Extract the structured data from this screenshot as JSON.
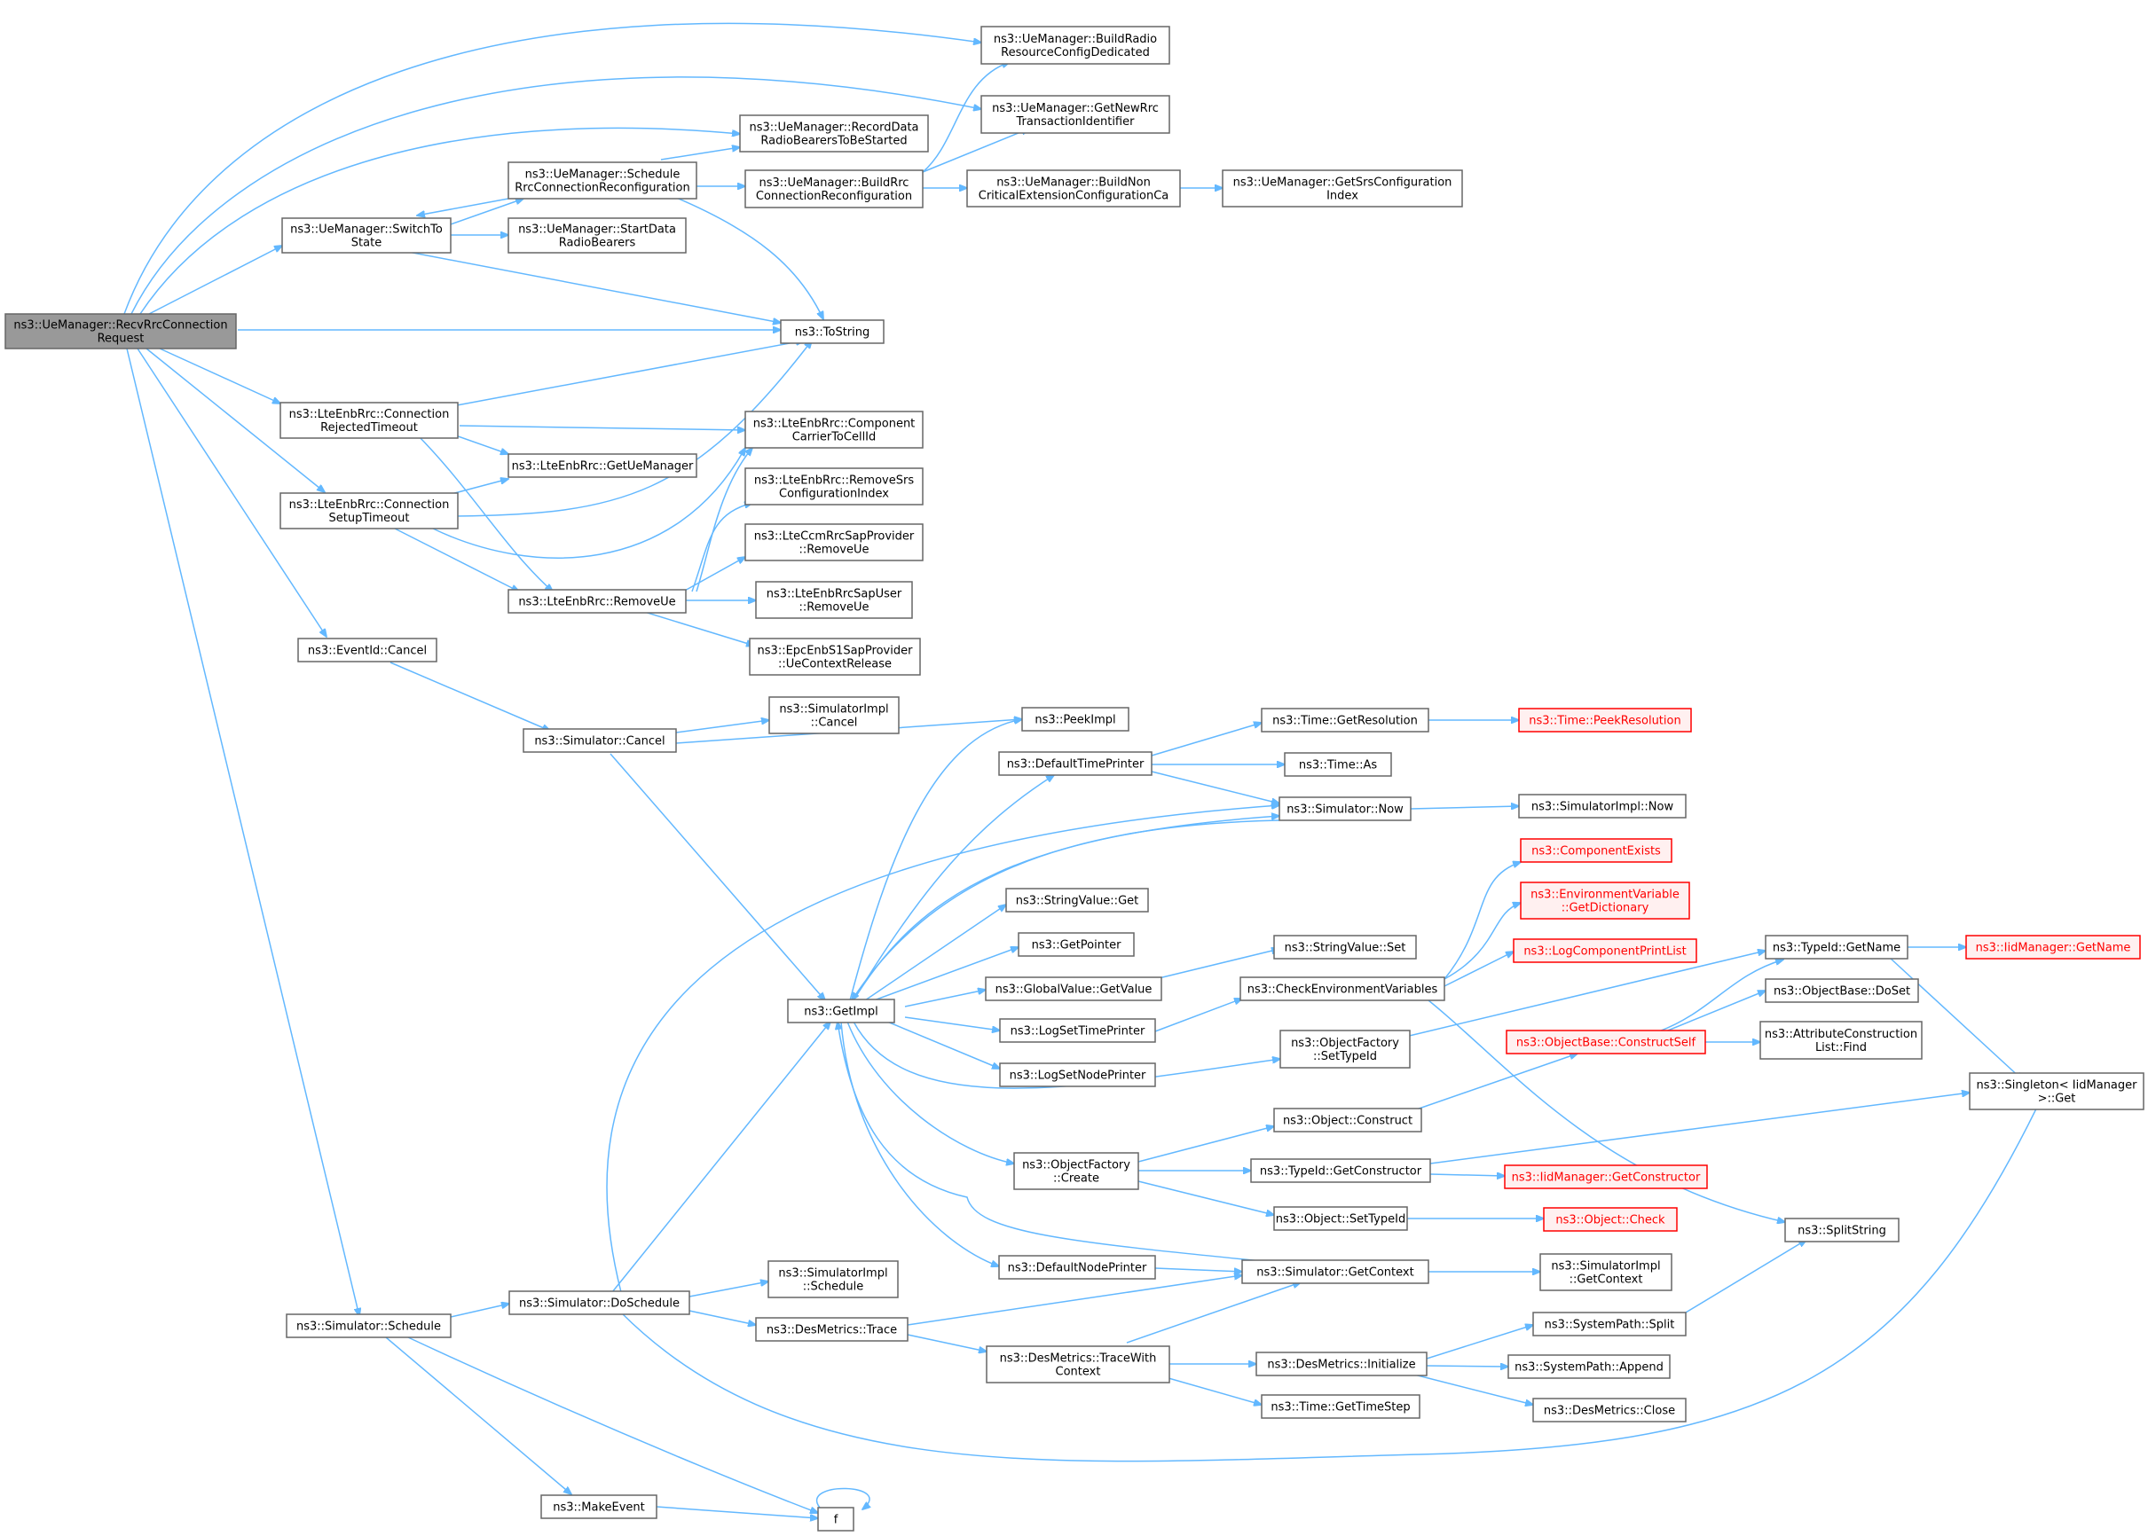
{
  "colors": {
    "edge": "#63b8ff",
    "node_border": "#666666",
    "root_fill": "#999999",
    "red": "#ff0000",
    "red_fill": "#fff0f0"
  },
  "nodes": {
    "root": [
      "ns3::UeManager::RecvRrcConnection",
      "Request"
    ],
    "switchto": [
      "ns3::UeManager::SwitchTo",
      "State"
    ],
    "schedrrc": [
      "ns3::UeManager::Schedule",
      "RrcConnectionReconfiguration"
    ],
    "recorddata": [
      "ns3::UeManager::RecordData",
      "RadioBearersToBeStarted"
    ],
    "buildrrc": [
      "ns3::UeManager::BuildRrc",
      "ConnectionReconfiguration"
    ],
    "startdata": [
      "ns3::UeManager::StartData",
      "RadioBearers"
    ],
    "buildradio": [
      "ns3::UeManager::BuildRadio",
      "ResourceConfigDedicated"
    ],
    "getnewrrc": [
      "ns3::UeManager::GetNewRrc",
      "TransactionIdentifier"
    ],
    "buildnon": [
      "ns3::UeManager::BuildNon",
      "CriticalExtensionConfigurationCa"
    ],
    "getsrs": [
      "ns3::UeManager::GetSrsConfiguration",
      "Index"
    ],
    "tostring": [
      "ns3::ToString"
    ],
    "connrej": [
      "ns3::LteEnbRrc::Connection",
      "RejectedTimeout"
    ],
    "connsetup": [
      "ns3::LteEnbRrc::Connection",
      "SetupTimeout"
    ],
    "getuemanager": [
      "ns3::LteEnbRrc::GetUeManager"
    ],
    "removeue": [
      "ns3::LteEnbRrc::RemoveUe"
    ],
    "compcarrier": [
      "ns3::LteEnbRrc::Component",
      "CarrierToCellId"
    ],
    "removesrs": [
      "ns3::LteEnbRrc::RemoveSrs",
      "ConfigurationIndex"
    ],
    "lteccm": [
      "ns3::LteCcmRrcSapProvider",
      "::RemoveUe"
    ],
    "ltesapuser": [
      "ns3::LteEnbRrcSapUser",
      "::RemoveUe"
    ],
    "epcs1": [
      "ns3::EpcEnbS1SapProvider",
      "::UeContextRelease"
    ],
    "eventcancel": [
      "ns3::EventId::Cancel"
    ],
    "simcancel": [
      "ns3::Simulator::Cancel"
    ],
    "simimplcancel": [
      "ns3::SimulatorImpl",
      "::Cancel"
    ],
    "peekimpl": [
      "ns3::PeekImpl"
    ],
    "defaulttime": [
      "ns3::DefaultTimePrinter"
    ],
    "timegetres": [
      "ns3::Time::GetResolution"
    ],
    "timepeekres": [
      "ns3::Time::PeekResolution"
    ],
    "timeas": [
      "ns3::Time::As"
    ],
    "simnow": [
      "ns3::Simulator::Now"
    ],
    "simimplnow": [
      "ns3::SimulatorImpl::Now"
    ],
    "compexists": [
      "ns3::ComponentExists"
    ],
    "envvar": [
      "ns3::EnvironmentVariable",
      "::GetDictionary"
    ],
    "logcomp": [
      "ns3::LogComponentPrintList"
    ],
    "strget": [
      "ns3::StringValue::Get"
    ],
    "getpointer": [
      "ns3::GetPointer"
    ],
    "strset": [
      "ns3::StringValue::Set"
    ],
    "globalget": [
      "ns3::GlobalValue::GetValue"
    ],
    "checkenv": [
      "ns3::CheckEnvironmentVariables"
    ],
    "getimpl": [
      "ns3::GetImpl"
    ],
    "logsettime": [
      "ns3::LogSetTimePrinter"
    ],
    "logsetnode": [
      "ns3::LogSetNodePrinter"
    ],
    "objfactset": [
      "ns3::ObjectFactory",
      "::SetTypeId"
    ],
    "typeidgetname": [
      "ns3::TypeId::GetName"
    ],
    "iidgetname": [
      "ns3::IidManager::GetName"
    ],
    "objbasedoset": [
      "ns3::ObjectBase::DoSet"
    ],
    "objbaseconst": [
      "ns3::ObjectBase::ConstructSelf"
    ],
    "attrconst": [
      "ns3::AttributeConstruction",
      "List::Find"
    ],
    "singleton": [
      "ns3::Singleton< IidManager",
      ">::Get"
    ],
    "objconstruct": [
      "ns3::Object::Construct"
    ],
    "objfactcreate": [
      "ns3::ObjectFactory",
      "::Create"
    ],
    "typeidgetconst": [
      "ns3::TypeId::GetConstructor"
    ],
    "iidgetconst": [
      "ns3::IidManager::GetConstructor"
    ],
    "objsettypeid": [
      "ns3::Object::SetTypeId"
    ],
    "objcheck": [
      "ns3::Object::Check"
    ],
    "splitstring": [
      "ns3::SplitString"
    ],
    "defaultnode": [
      "ns3::DefaultNodePrinter"
    ],
    "simgetctx": [
      "ns3::Simulator::GetContext"
    ],
    "simimplgetctx": [
      "ns3::SimulatorImpl",
      "::GetContext"
    ],
    "simdosched": [
      "ns3::Simulator::DoSchedule"
    ],
    "simimplsched": [
      "ns3::SimulatorImpl",
      "::Schedule"
    ],
    "simsched": [
      "ns3::Simulator::Schedule"
    ],
    "desmtrace": [
      "ns3::DesMetrics::Trace"
    ],
    "desmtracectx": [
      "ns3::DesMetrics::TraceWith",
      "Context"
    ],
    "desminit": [
      "ns3::DesMetrics::Initialize"
    ],
    "syspathsplit": [
      "ns3::SystemPath::Split"
    ],
    "syspathappend": [
      "ns3::SystemPath::Append"
    ],
    "desmclose": [
      "ns3::DesMetrics::Close"
    ],
    "timegetstep": [
      "ns3::Time::GetTimeStep"
    ],
    "makeevent": [
      "ns3::MakeEvent"
    ],
    "f": [
      "f"
    ]
  }
}
